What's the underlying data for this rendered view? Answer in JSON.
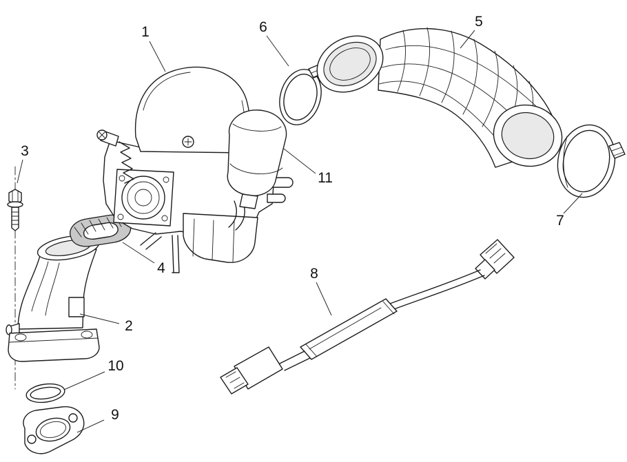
{
  "colors": {
    "bg": "#ffffff",
    "line": "#1c1c1c",
    "leader": "#2a2a2a",
    "label": "#111111",
    "shade": "#c8c8c8",
    "shade-light": "#e9e9e9"
  },
  "diagram": {
    "callouts": [
      {
        "text": "1",
        "part": "carburettor"
      },
      {
        "text": "2",
        "part": "intake-manifold"
      },
      {
        "text": "3",
        "part": "flange-bolt"
      },
      {
        "text": "4",
        "part": "insulator-spacer"
      },
      {
        "text": "5",
        "part": "air-intake-hose"
      },
      {
        "text": "6",
        "part": "hose-clamp-small"
      },
      {
        "text": "7",
        "part": "hose-clamp-large"
      },
      {
        "text": "8",
        "part": "cable-with-connectors"
      },
      {
        "text": "9",
        "part": "flange-gasket"
      },
      {
        "text": "10",
        "part": "o-ring"
      },
      {
        "text": "11",
        "part": "automatic-choke"
      }
    ]
  }
}
